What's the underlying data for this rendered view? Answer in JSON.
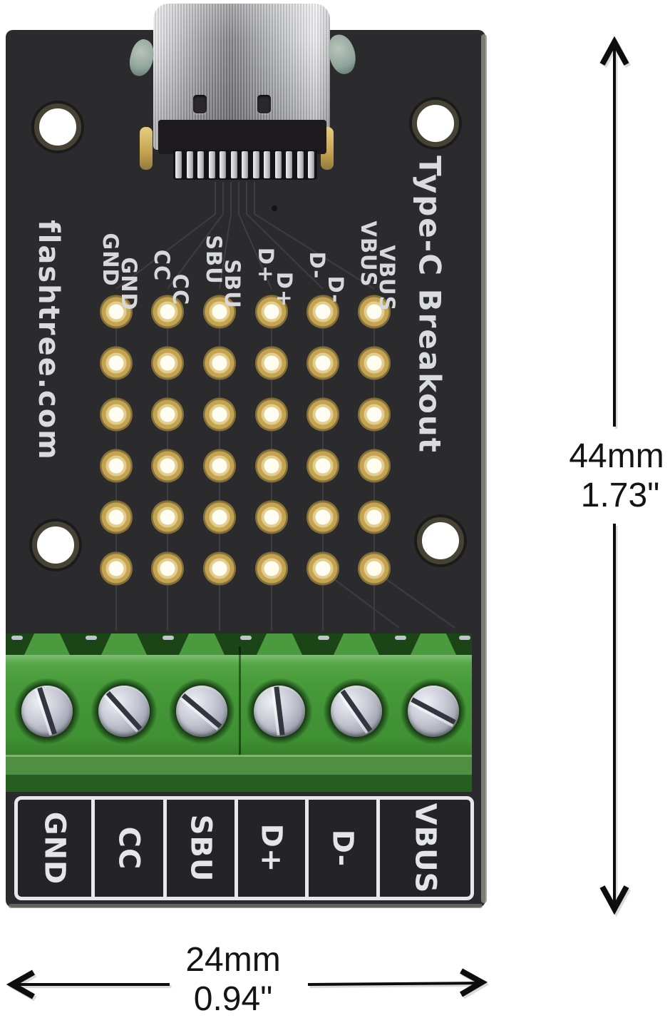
{
  "product": {
    "brand": "flashtree.com",
    "title": "Type-C Breakout",
    "pins": [
      "GND",
      "CC",
      "SBU",
      "D+",
      "D-",
      "VBUS"
    ]
  },
  "annotations": {
    "height_primary": "44mm",
    "height_secondary": "1.73\"",
    "width_primary": "24mm",
    "width_secondary": "0.94\""
  },
  "colors": {
    "pcb_black": "#2b2a2c",
    "silkscreen_white": "#dadbde",
    "pad_gold": "#c4a351",
    "terminal_green": "#47993a",
    "screw_metal": "#c3c6d1",
    "annotation_black": "#141414"
  }
}
